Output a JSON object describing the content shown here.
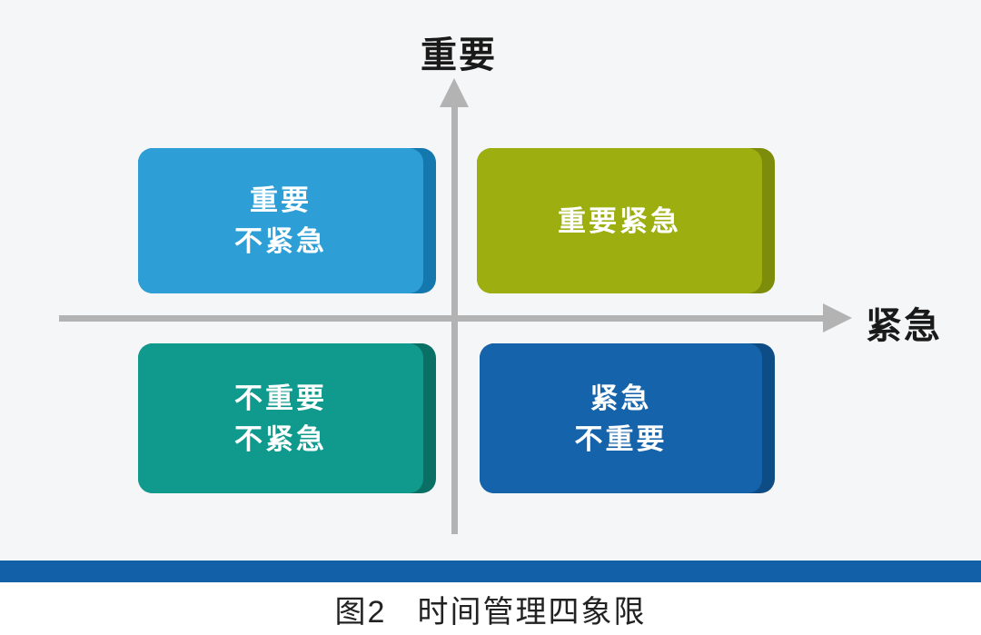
{
  "figure": {
    "axes": {
      "y_axis_label": "重要",
      "x_axis_label": "紧急",
      "arrow_color": "#b3b3b3",
      "label_color": "#1a1a1a"
    },
    "quadrants": {
      "top_left": {
        "name": "important-not-urgent",
        "line1": "重要",
        "line2": "不紧急",
        "face_color": "#2d9fd6",
        "side_color": "#1477ad"
      },
      "top_right": {
        "name": "important-urgent",
        "line1": "重要紧急",
        "face_color": "#9dae10",
        "side_color": "#7d8c0a"
      },
      "bottom_left": {
        "name": "not-important-not-urgent",
        "line1": "不重要",
        "line2": "不紧急",
        "face_color": "#0f9a8d",
        "side_color": "#0a7065"
      },
      "bottom_right": {
        "name": "urgent-not-important",
        "line1": "紧急",
        "line2": "不重要",
        "face_color": "#1563ab",
        "side_color": "#0e4c85"
      }
    },
    "divider_bar_color": "#1160a8",
    "caption": {
      "number": "图2",
      "title": "时间管理四象限"
    },
    "box_text_color": "#ffffff",
    "background_color": "#f5f6f7"
  }
}
